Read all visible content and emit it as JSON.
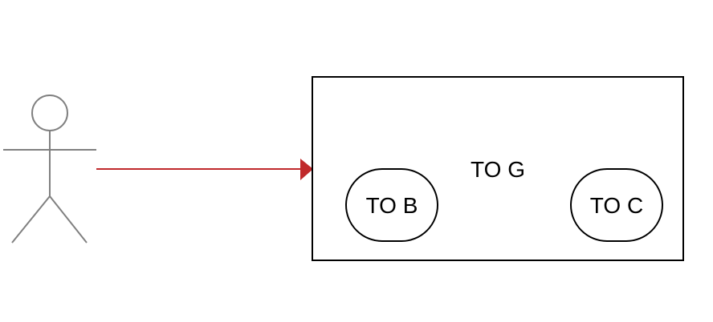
{
  "diagram": {
    "system_label": "TO G",
    "nodes": [
      {
        "id": "b",
        "label": "TO B"
      },
      {
        "id": "c",
        "label": "TO C"
      }
    ]
  },
  "colors": {
    "actor_stroke": "#808080",
    "arrow": "#c0292b",
    "box_stroke": "#000000"
  }
}
